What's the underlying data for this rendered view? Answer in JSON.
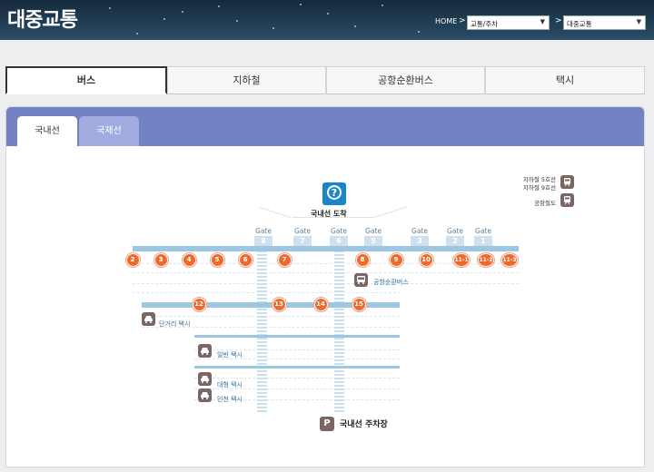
{
  "header": {
    "title": "대중교통",
    "breadcrumb": {
      "home": "HOME",
      "section": "교통/주차",
      "page": "대중교통"
    }
  },
  "transport_tabs": [
    {
      "label": "버스",
      "active": true
    },
    {
      "label": "지하철",
      "active": false
    },
    {
      "label": "공항순환버스",
      "active": false
    },
    {
      "label": "택시",
      "active": false
    }
  ],
  "sub_tabs": [
    {
      "label": "국내선",
      "active": true
    },
    {
      "label": "국제선",
      "active": false
    }
  ],
  "map": {
    "arrival_label": "국내선 도착",
    "gate_word": "Gate",
    "gates": [
      "8",
      "7",
      "6",
      "5",
      "3",
      "2",
      "1"
    ],
    "stops_upper": [
      "2",
      "3",
      "4",
      "5",
      "6",
      "7",
      "8",
      "9",
      "10",
      "11-1",
      "11-2",
      "11-3"
    ],
    "stops_middle": [
      "12",
      "13",
      "14",
      "15"
    ],
    "legend": {
      "subway_lines": "지하철 5호선\n지하철 9호선",
      "airport_rail": "공항철도"
    },
    "labels": {
      "airport_shuttle": "공항순환버스",
      "short_taxi": "단거리 택시",
      "regular_taxi": "일반 택시",
      "large_taxi": "대형 택시",
      "incheon_taxi": "인천 택시",
      "parking": "국내선 주차장",
      "parking_icon": "P"
    }
  },
  "colors": {
    "accent_bar": "#7282c4",
    "stop": "#ee6a2c",
    "road": "#9cc7e3",
    "info": "#1b86c6"
  }
}
